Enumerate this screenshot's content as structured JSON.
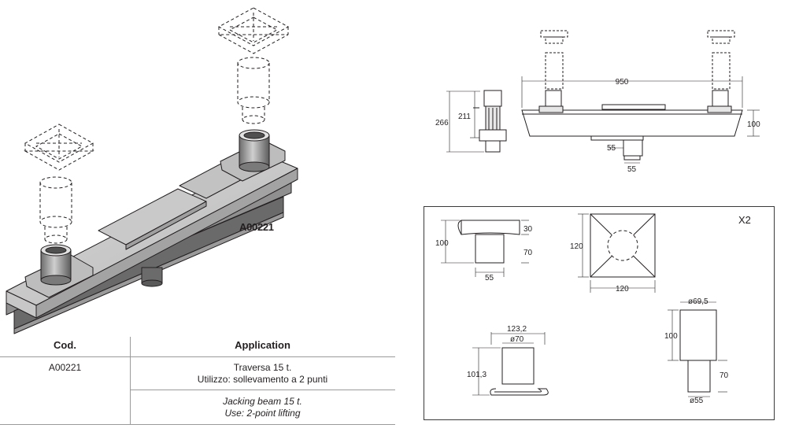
{
  "product": {
    "code_label": "A00221"
  },
  "table": {
    "headers": {
      "code": "Cod.",
      "application": "Application"
    },
    "row": {
      "code": "A00221",
      "it_line1": "Traversa 15 t.",
      "it_line2": "Utilizzo: sollevamento a 2 punti",
      "en_line1": "Jacking beam 15 t.",
      "en_line2": "Use: 2-point lifting"
    }
  },
  "drawing_top": {
    "width": "950",
    "height_total": "266",
    "height_inner": "211",
    "beam_height": "100",
    "plate_width": "55",
    "foot_width": "55"
  },
  "details": {
    "quantity": "X2",
    "saddle": {
      "height": "100",
      "cap": "30",
      "stem": "70",
      "width": "55"
    },
    "plate": {
      "height": "120",
      "width": "120"
    },
    "clamp": {
      "width": "123,2",
      "diameter": "ø70",
      "height": "101,3"
    },
    "cylinder": {
      "top_diameter": "ø69,5",
      "height": "100",
      "stem": "70",
      "bottom_diameter": "ø55"
    }
  },
  "colors": {
    "metal": "#c8c8c8",
    "line": "#231f20",
    "frame": "#3a3a3a"
  }
}
